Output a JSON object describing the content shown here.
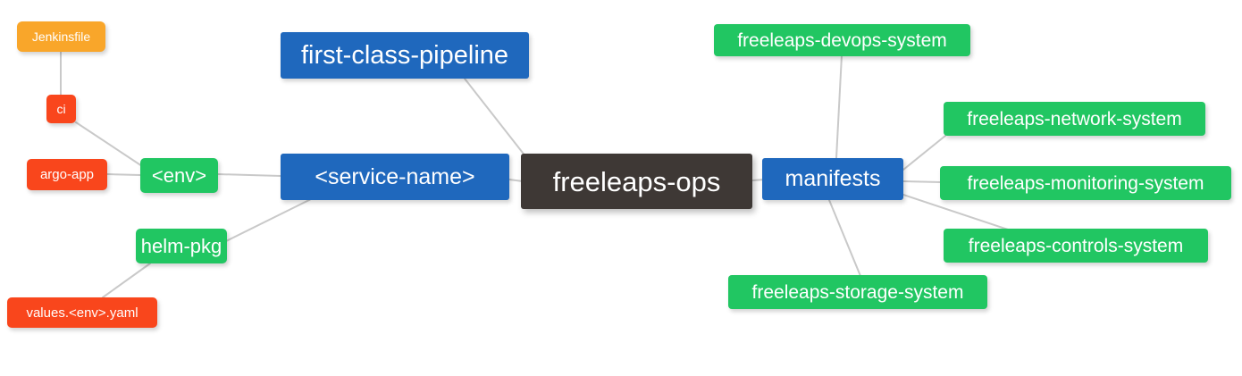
{
  "diagram": {
    "type": "mindmap",
    "title": "freeleaps-ops",
    "background": "#ffffff",
    "edge_color": "#c9c9c9",
    "palette": {
      "root_dark": "#3e3835",
      "blue": "#1f68bd",
      "green": "#21c662",
      "orange": "#f9a62a",
      "red": "#f9461c",
      "text": "#ffffff"
    }
  },
  "nodes": {
    "root": {
      "label": "freeleaps-ops"
    },
    "first_class_pipeline": {
      "label": "first-class-pipeline"
    },
    "service_name": {
      "label": "<service-name>"
    },
    "manifests": {
      "label": "manifests"
    },
    "env": {
      "label": "<env>"
    },
    "helm_pkg": {
      "label": "helm-pkg"
    },
    "jenkinsfile": {
      "label": "Jenkinsfile"
    },
    "ci": {
      "label": "ci"
    },
    "argo_app": {
      "label": "argo-app"
    },
    "values_yaml": {
      "label": "values.<env>.yaml"
    },
    "devops_system": {
      "label": "freeleaps-devops-system"
    },
    "network_system": {
      "label": "freeleaps-network-system"
    },
    "monitoring_system": {
      "label": "freeleaps-monitoring-system"
    },
    "controls_system": {
      "label": "freeleaps-controls-system"
    },
    "storage_system": {
      "label": "freeleaps-storage-system"
    }
  },
  "edges": [
    {
      "from": "root",
      "to": "first_class_pipeline"
    },
    {
      "from": "root",
      "to": "service_name"
    },
    {
      "from": "root",
      "to": "manifests"
    },
    {
      "from": "service_name",
      "to": "env"
    },
    {
      "from": "service_name",
      "to": "helm_pkg"
    },
    {
      "from": "env",
      "to": "ci"
    },
    {
      "from": "env",
      "to": "argo_app"
    },
    {
      "from": "ci",
      "to": "jenkinsfile"
    },
    {
      "from": "helm_pkg",
      "to": "values_yaml"
    },
    {
      "from": "manifests",
      "to": "devops_system"
    },
    {
      "from": "manifests",
      "to": "network_system"
    },
    {
      "from": "manifests",
      "to": "monitoring_system"
    },
    {
      "from": "manifests",
      "to": "controls_system"
    },
    {
      "from": "manifests",
      "to": "storage_system"
    }
  ]
}
